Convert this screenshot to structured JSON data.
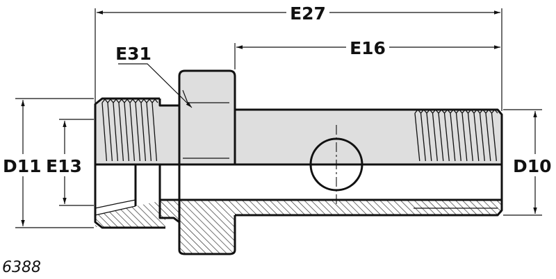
{
  "dimensions": {
    "e27": "E27",
    "e16": "E16",
    "e31": "E31",
    "d11": "D11",
    "e13": "E13",
    "d10": "D10"
  },
  "reference_number": "6388",
  "colors": {
    "line": "#111111",
    "body_fill": "#dedede",
    "hatch": "#333333",
    "background": "#ffffff"
  }
}
